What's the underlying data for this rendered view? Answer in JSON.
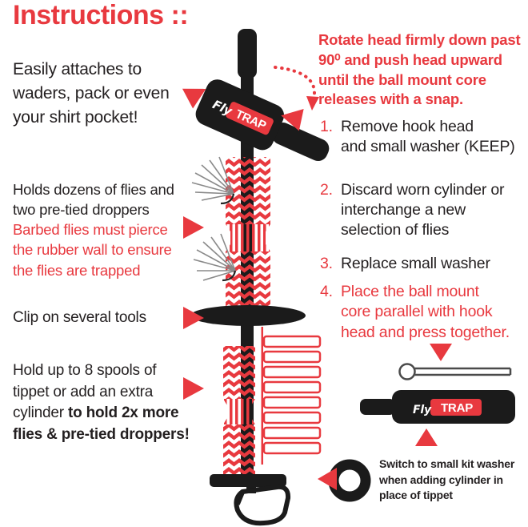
{
  "colors": {
    "red": "#e8393f",
    "black": "#231f20",
    "gray": "#8a8a8a"
  },
  "title": "Instructions ::",
  "left": {
    "attach": "Easily attaches to\nwaders, pack or even\nyour shirt pocket!",
    "holds_black": "Holds dozens of flies and\ntwo pre-tied droppers",
    "holds_red": "Barbed flies must pierce\nthe rubber wall to ensure\nthe flies are trapped",
    "clip": "Clip on several tools",
    "tippet_normal": "Hold up to 8 spools of\ntippet or add an extra\ncylinder ",
    "tippet_bold": "to hold 2x more\nflies & pre-tied droppers!"
  },
  "right": {
    "rotate_note": "Rotate head firmly down past\n90⁰ and push head upward\nuntil the ball mount core\nreleases with a snap.",
    "steps": [
      {
        "num": "1.",
        "text": "Remove hook head\nand small washer (KEEP)",
        "emphasis": "black"
      },
      {
        "num": "2.",
        "text": "Discard worn cylinder or\ninterchange a new\nselection of flies",
        "emphasis": "black"
      },
      {
        "num": "3.",
        "text": "Replace small washer",
        "emphasis": "black"
      },
      {
        "num": "4.",
        "text": "Place the ball mount\ncore parallel with hook\nhead and press together.",
        "emphasis": "red"
      }
    ],
    "washer_note": "Switch to small kit washer\nwhen adding cylinder in\nplace of tippet"
  },
  "product": {
    "brand_script": "Fly",
    "brand_main": "TRAP"
  }
}
